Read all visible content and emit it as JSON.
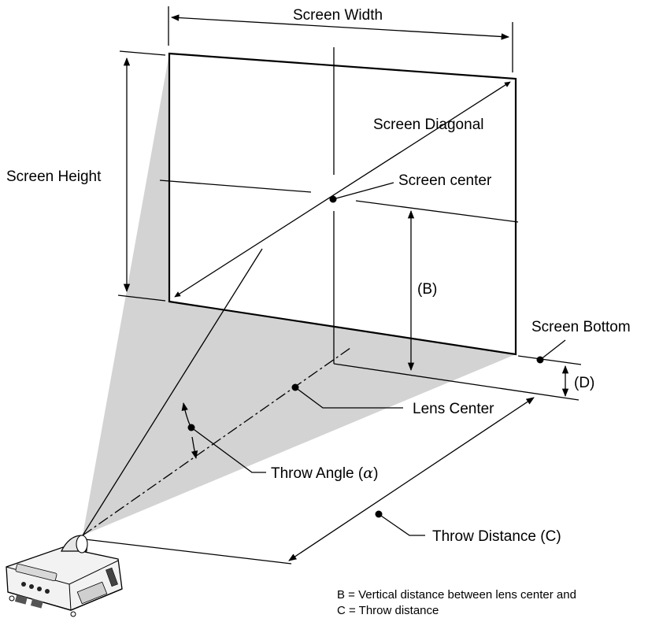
{
  "labels": {
    "screen_width": "Screen Width",
    "screen_height": "Screen Height",
    "screen_diagonal": "Screen Diagonal",
    "screen_center": "Screen center",
    "b_marker": "(B)",
    "screen_bottom": "Screen Bottom",
    "d_marker": "(D)",
    "lens_center": "Lens Center",
    "throw_angle_prefix": "Throw Angle (",
    "throw_angle_symbol": "α",
    "throw_angle_suffix": ")",
    "throw_distance": "Throw Distance (C)"
  },
  "notes": {
    "line1": "B = Vertical distance between lens center and",
    "line2": "C = Throw distance"
  },
  "colors": {
    "projection_cone": "#d3d3d3",
    "line": "#000000",
    "projector_body": "#f2f2f2"
  }
}
